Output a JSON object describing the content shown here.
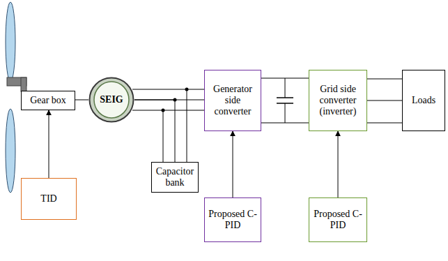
{
  "diagram": {
    "nodes": [
      {
        "text": [
          "Gear box"
        ]
      },
      {
        "text": [
          "SEIG"
        ]
      },
      {
        "text": [
          "Generator side converter"
        ]
      },
      {
        "text": [
          "Grid side converter (inverter)"
        ]
      },
      {
        "text": [
          "Loads"
        ]
      },
      {
        "text": [
          "TID"
        ]
      },
      {
        "text": [
          "Capacitor bank"
        ]
      },
      {
        "text": [
          "Proposed C-PID"
        ]
      },
      {
        "text": [
          "Proposed C-PID"
        ]
      }
    ],
    "edges": [
      {
        "from": 0,
        "to": 1,
        "arrow": "none"
      },
      {
        "from": 1,
        "to": 2,
        "arrow": "none"
      },
      {
        "from": 1,
        "to": 6,
        "arrow": "none"
      },
      {
        "from": 2,
        "to": 3,
        "arrow": "none"
      },
      {
        "from": 3,
        "to": 4,
        "arrow": "none"
      },
      {
        "from": 5,
        "to": 0,
        "arrow": "to"
      },
      {
        "from": 7,
        "to": 2,
        "arrow": "to"
      },
      {
        "from": 8,
        "to": 3,
        "arrow": "to"
      }
    ]
  }
}
